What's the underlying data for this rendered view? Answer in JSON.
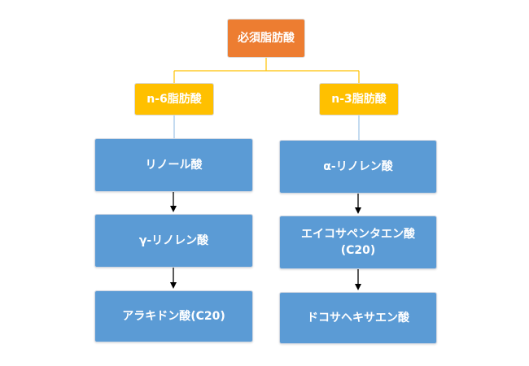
{
  "diagram": {
    "root": {
      "label": "必須脂肪酸"
    },
    "left": {
      "label": "n-6脂肪酸",
      "items": [
        "リノール酸",
        "γ-リノレン酸",
        "アラキドン酸(C20)"
      ]
    },
    "right": {
      "label": "n-3脂肪酸",
      "items": [
        "α-リノレン酸",
        "エイコサペンタエン酸\n(C20)",
        "ドコサヘキサエン酸"
      ]
    }
  },
  "colors": {
    "root_fill": "#ED7D31",
    "category_fill": "#FFC000",
    "item_fill": "#5B9BD5",
    "tree_line": "#FFC000",
    "category_link": "#9DC3E6",
    "arrow": "#000000",
    "text": "#FFFFFF"
  }
}
